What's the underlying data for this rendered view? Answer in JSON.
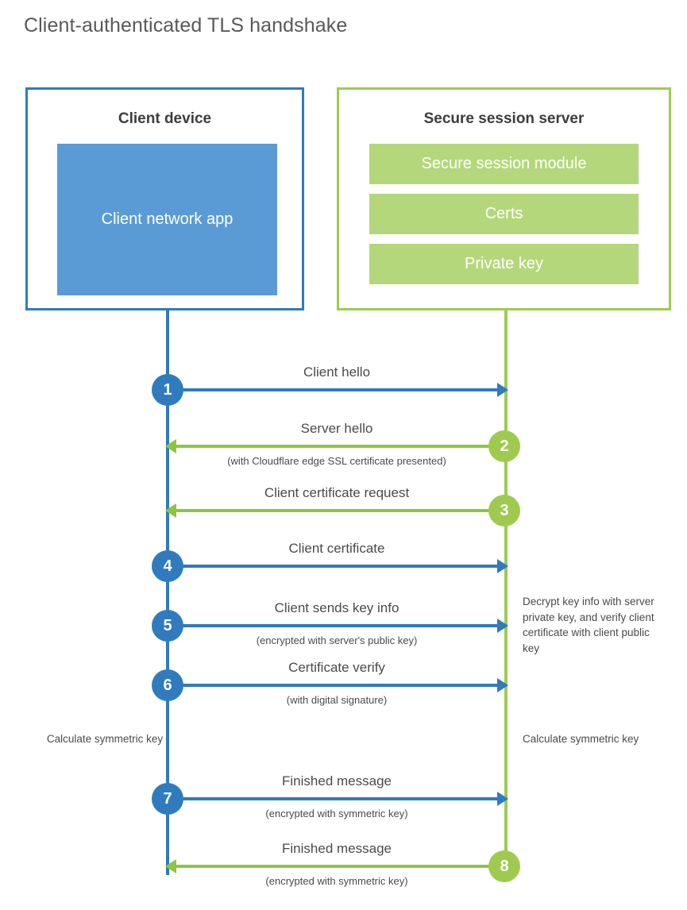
{
  "title": "Client-authenticated TLS handshake",
  "colors": {
    "client_blue": "#2f7bbd",
    "client_app_fill": "#5b9bd5",
    "server_green": "#9ecb4f",
    "server_bar_fill": "#b5d77b",
    "arrow_green": "#8cc63f",
    "text": "#4a4a4a"
  },
  "client": {
    "title": "Client device",
    "app_label": "Client network app"
  },
  "server": {
    "title": "Secure session server",
    "bars": [
      "Secure session module",
      "Certs",
      "Private key"
    ]
  },
  "steps": [
    {
      "number": "1",
      "label": "Client hello",
      "sub": "",
      "direction": "client-to-server"
    },
    {
      "number": "2",
      "label": "Server hello",
      "sub": "(with Cloudflare edge SSL certificate presented)",
      "direction": "server-to-client"
    },
    {
      "number": "3",
      "label": "Client certificate request",
      "sub": "",
      "direction": "server-to-client"
    },
    {
      "number": "4",
      "label": "Client certificate",
      "sub": "",
      "direction": "client-to-server"
    },
    {
      "number": "5",
      "label": "Client sends key info",
      "sub": "(encrypted with server's public key)",
      "direction": "client-to-server"
    },
    {
      "number": "6",
      "label": "Certificate verify",
      "sub": "(with digital signature)",
      "direction": "client-to-server"
    },
    {
      "number": "7",
      "label": "Finished message",
      "sub": "(encrypted with symmetric key)",
      "direction": "client-to-server"
    },
    {
      "number": "8",
      "label": "Finished message",
      "sub": "(encrypted with symmetric key)",
      "direction": "server-to-client"
    }
  ],
  "notes": {
    "server_decrypt": "Decrypt key info with server private key, and verify client certificate with client public key",
    "client_calculate": "Calculate symmetric key",
    "server_calculate": "Calculate symmetric key"
  }
}
